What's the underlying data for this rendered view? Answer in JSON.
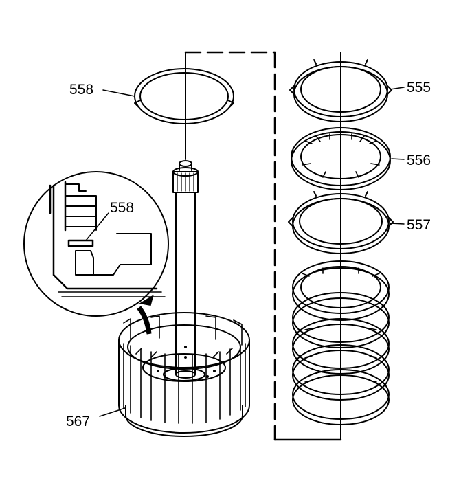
{
  "diagram": {
    "line_color": "#000000",
    "background": "#ffffff",
    "callouts": {
      "c558_top": "558",
      "c558_inset": "558",
      "c555": "555",
      "c556": "556",
      "c557": "557",
      "c567": "567"
    }
  }
}
